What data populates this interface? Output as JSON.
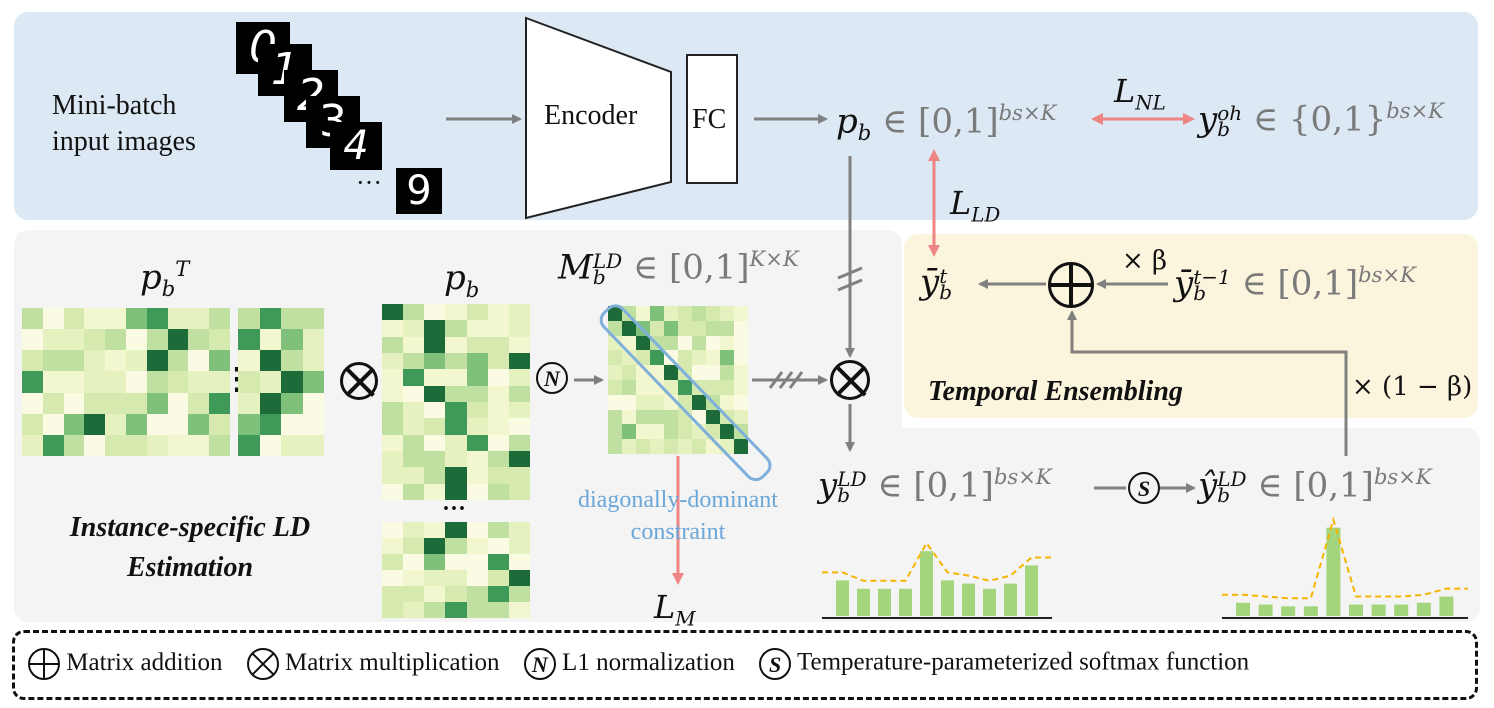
{
  "input": {
    "label_line1": "Mini-batch",
    "label_line2": "input images",
    "ellipsis": "···",
    "digits": [
      "0",
      "1",
      "2",
      "3",
      "4",
      "9"
    ]
  },
  "encoder": {
    "label": "Encoder"
  },
  "fc": {
    "label": "FC"
  },
  "top": {
    "p_b": "p",
    "p_b_sub": "b",
    "p_b_domain": "∈ [0,1]",
    "p_b_sup": "bs×K",
    "loss_nl": "L",
    "loss_nl_sub": "NL",
    "y_oh": "y",
    "y_oh_sup": "oh",
    "y_oh_sub": "b",
    "y_oh_domain": "∈ {0,1}",
    "y_oh_sup2": "bs×K",
    "loss_ld": "L",
    "loss_ld_sub": "LD"
  },
  "temporal": {
    "title": "Temporal Ensembling",
    "ybar_t": "ȳ",
    "ybar_t_sup": "t",
    "ybar_t_sub": "b",
    "times_beta": "× β",
    "ybar_prev": "ȳ",
    "ybar_prev_sup": "t−1",
    "ybar_prev_sub": "b",
    "ybar_prev_domain": "∈ [0,1]",
    "ybar_prev_sup2": "bs×K",
    "times_one_minus_beta": "× (1 − β)"
  },
  "ld": {
    "title_line1": "Instance-specific LD",
    "title_line2": "Estimation",
    "pbT": "p",
    "pbT_sub": "b",
    "pbT_sup": "T",
    "pb": "p",
    "pb_sub": "b",
    "M": "M",
    "M_sup": "LD",
    "M_sub": "b",
    "M_domain": "∈ [0,1]",
    "M_sup2": "K×K",
    "dd_line1": "diagonally-dominant",
    "dd_line2": "constraint",
    "LM": "L",
    "LM_sub": "M",
    "y_ld": "y",
    "y_ld_sup": "LD",
    "y_ld_sub": "b",
    "y_ld_domain": "∈ [0,1]",
    "y_ld_sup2": "bs×K",
    "yhat_ld": "ŷ",
    "yhat_ld_sup": "LD",
    "yhat_ld_sub": "b",
    "yhat_ld_domain": "∈ [0,1]",
    "yhat_ld_sup2": "bs×K",
    "ellipsis_h": "⋮",
    "ellipsis_v": "···"
  },
  "legend": {
    "add_symbol": "⊕",
    "add_label": "Matrix addition",
    "mul_symbol": "⊗",
    "mul_label": "Matrix multiplication",
    "norm_symbol": "N",
    "norm_label": "L1 normalization",
    "soft_symbol": "S",
    "soft_label": "Temperature-parameterized softmax function"
  },
  "colors": {
    "top_panel": "#dce8f4",
    "temporal_panel": "#fbf5de",
    "ld_panel": "#f4f4f4",
    "arrow_gray": "#808080",
    "arrow_red": "#ee8484",
    "constraint_blue": "#7fb0dc",
    "bar_green": "#a3d57c",
    "curve_orange": "#f5b400"
  },
  "histogram_left": [
    0.55,
    0.42,
    0.42,
    0.42,
    1.0,
    0.55,
    0.5,
    0.42,
    0.5,
    0.78
  ],
  "histogram_right": [
    0.15,
    0.13,
    0.11,
    0.11,
    1.0,
    0.13,
    0.13,
    0.13,
    0.15,
    0.22
  ]
}
